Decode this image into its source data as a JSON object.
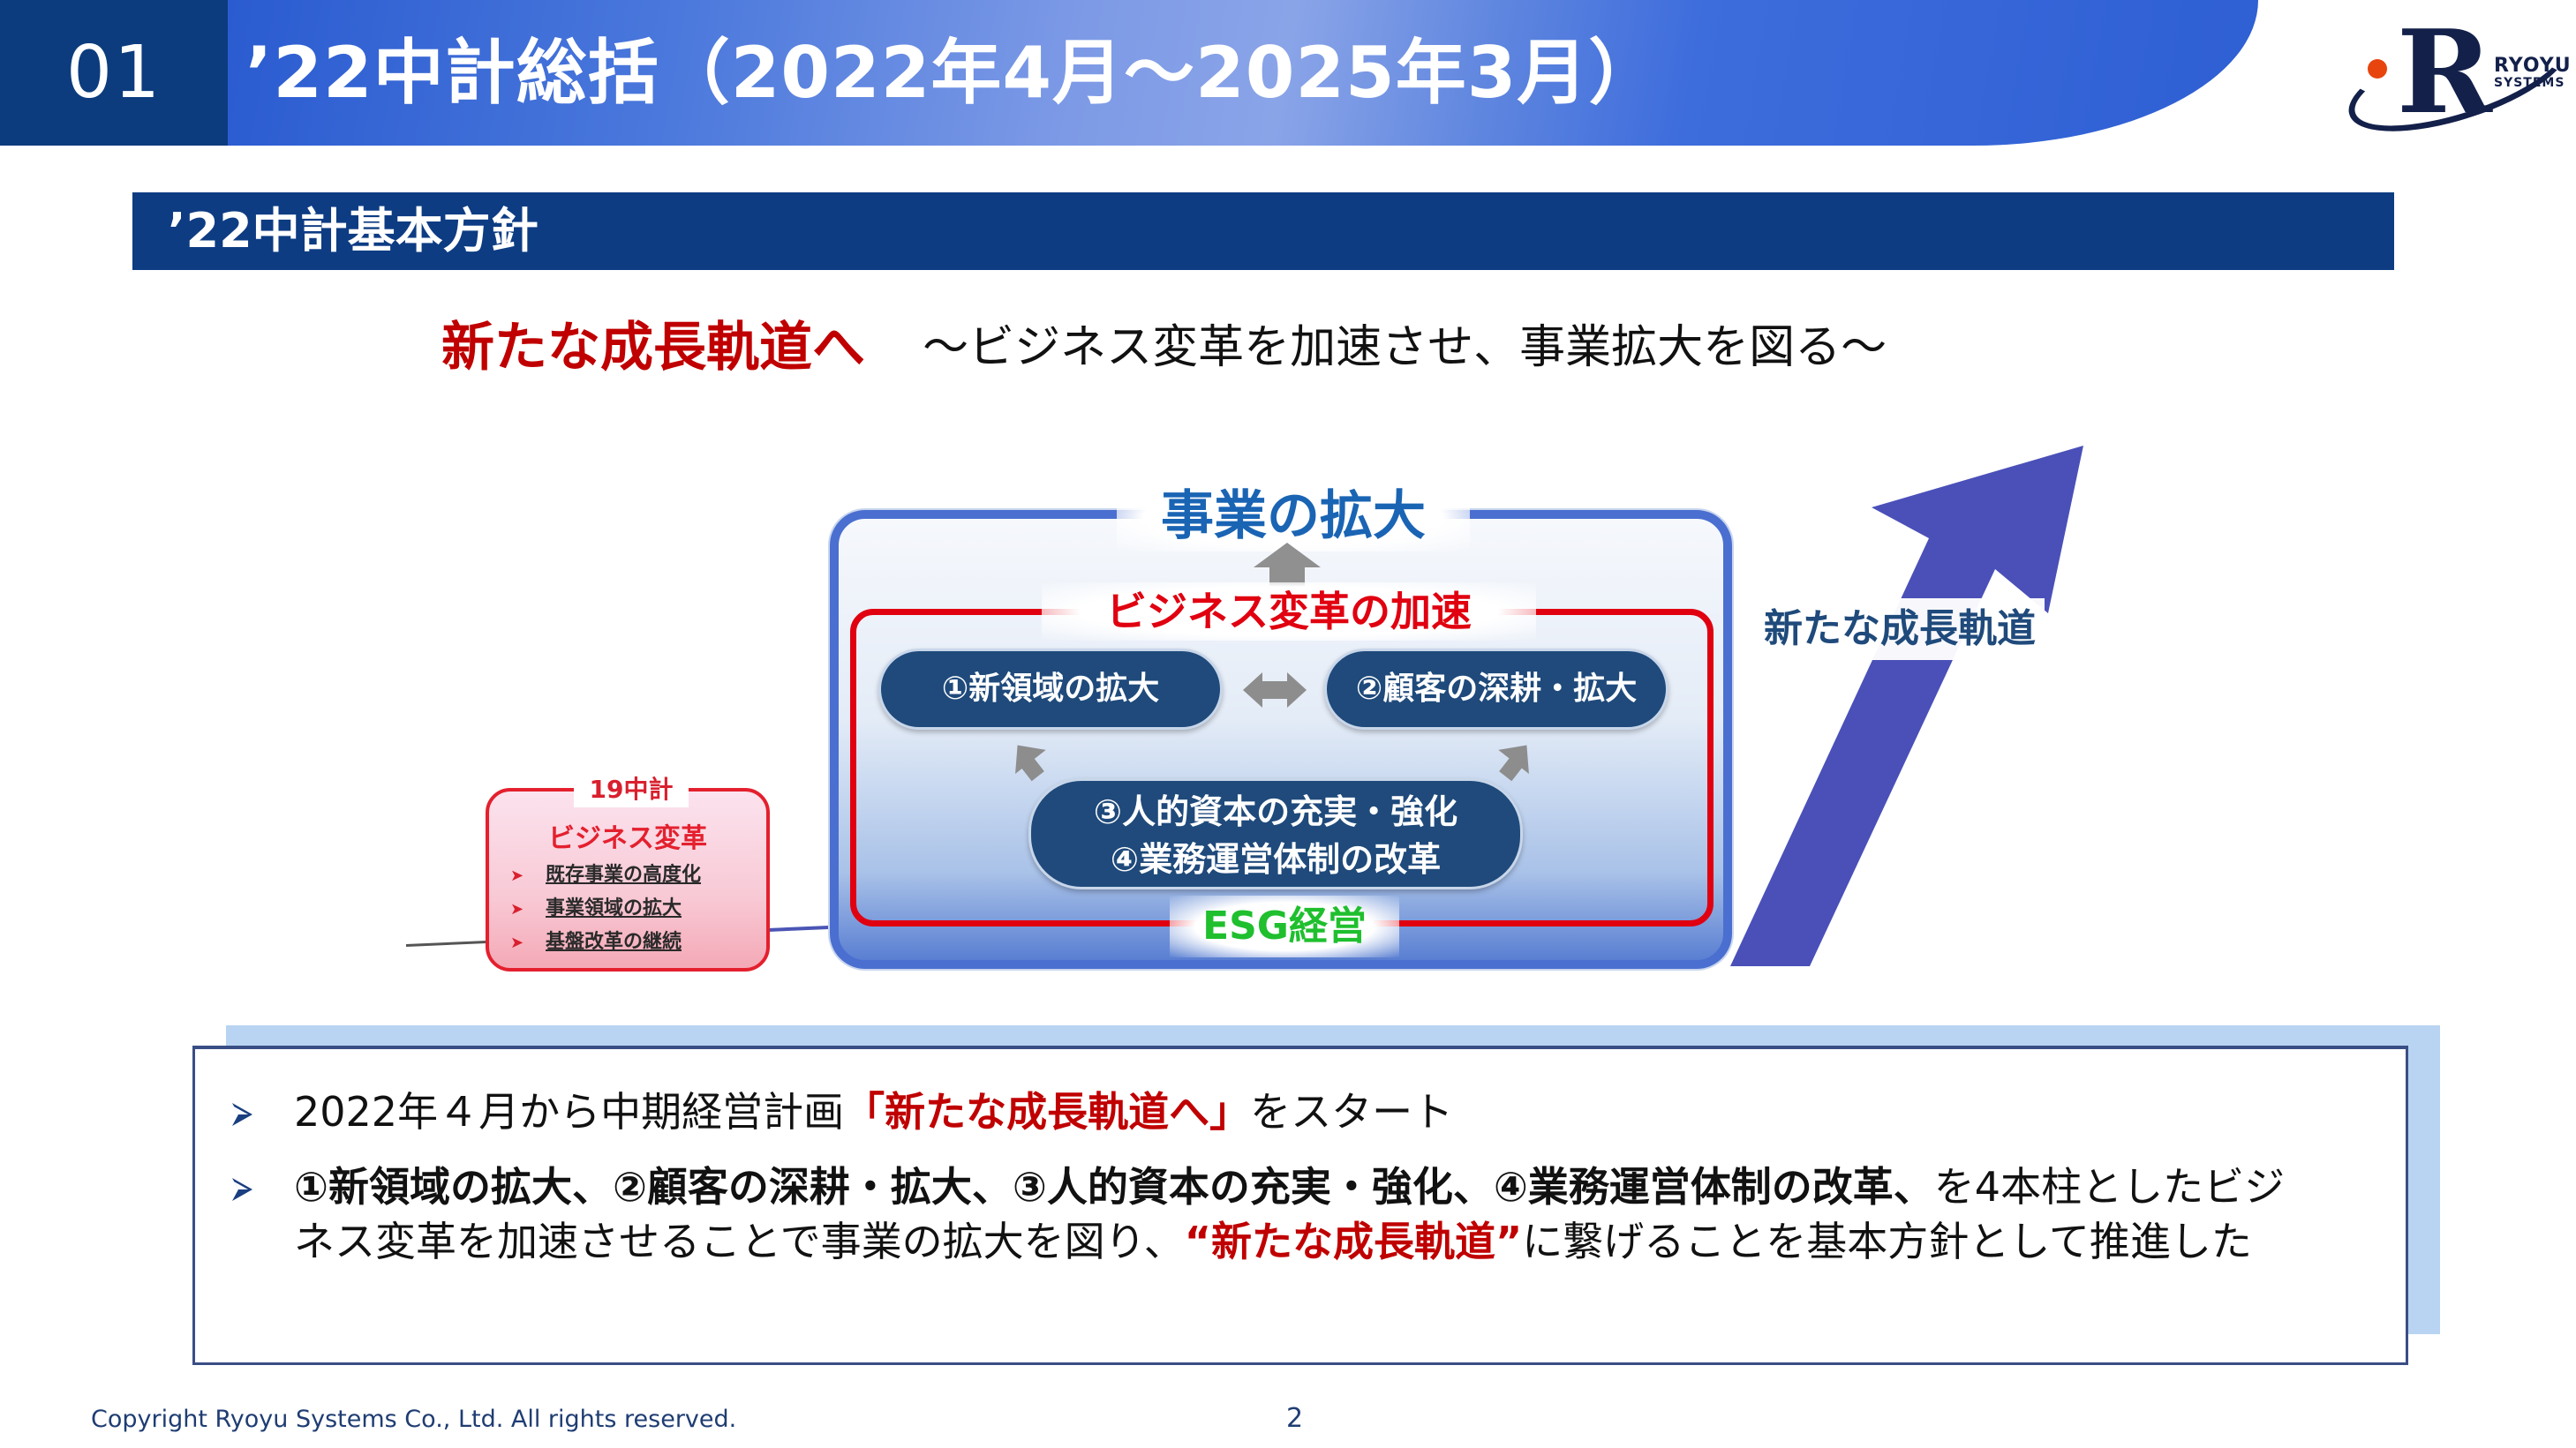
{
  "header": {
    "section_number": "01",
    "title": "’22中計総括（2022年4月～2025年3月）",
    "band_color": "#2e5fd3",
    "number_box_color": "#0c3c7e"
  },
  "logo": {
    "letter": "R",
    "line1": "RYOYU",
    "line2": "SYSTEMS",
    "dot_color": "#e8440e"
  },
  "section": {
    "title": "’22中計基本方針",
    "color": "#0d3c83"
  },
  "headline": {
    "main": "新たな成長軌道へ",
    "sub": "～ビジネス変革を加速させ、事業拡大を図る～",
    "main_color": "#c00000"
  },
  "diagram": {
    "outer_title": "事業の拡大",
    "inner_title": "ビジネス変革の加速",
    "pillars": {
      "p1": "①新領域の拡大",
      "p2": "②顧客の深耕・拡大",
      "p3": "③人的資本の充実・強化",
      "p4": "④業務運営体制の改革"
    },
    "foundation": "ESG経営",
    "growth_label": "新たな成長軌道",
    "previous_plan": {
      "title": "19中計",
      "subtitle": "ビジネス変革",
      "items": [
        "既存事業の高度化",
        "事業領域の拡大",
        "基盤改革の継続"
      ]
    },
    "colors": {
      "outer_border": "#4a6fd0",
      "inner_border": "#e00010",
      "pill": "#1f4a7b",
      "esg": "#1fbf2e",
      "growth_arrow": "#4a50b8"
    }
  },
  "summary": {
    "bullet1": {
      "prefix": "2022年４月から中期経営計画",
      "highlight": "「新たな成長軌道へ」",
      "suffix": "をスタート"
    },
    "bullet2": {
      "bold": "①新領域の拡大、②顧客の深耕・拡大、③人的資本の充実・強化、④業務運営体制の改革、",
      "middle": "を4本柱としたビジネス変革を加速させることで事業の拡大を図り、",
      "highlight": "“新たな成長軌道”",
      "suffix": "に繋げることを基本方針として推進した"
    }
  },
  "footer": {
    "copyright": "Copyright Ryoyu Systems Co., Ltd. All rights reserved.",
    "page_number": "2"
  }
}
